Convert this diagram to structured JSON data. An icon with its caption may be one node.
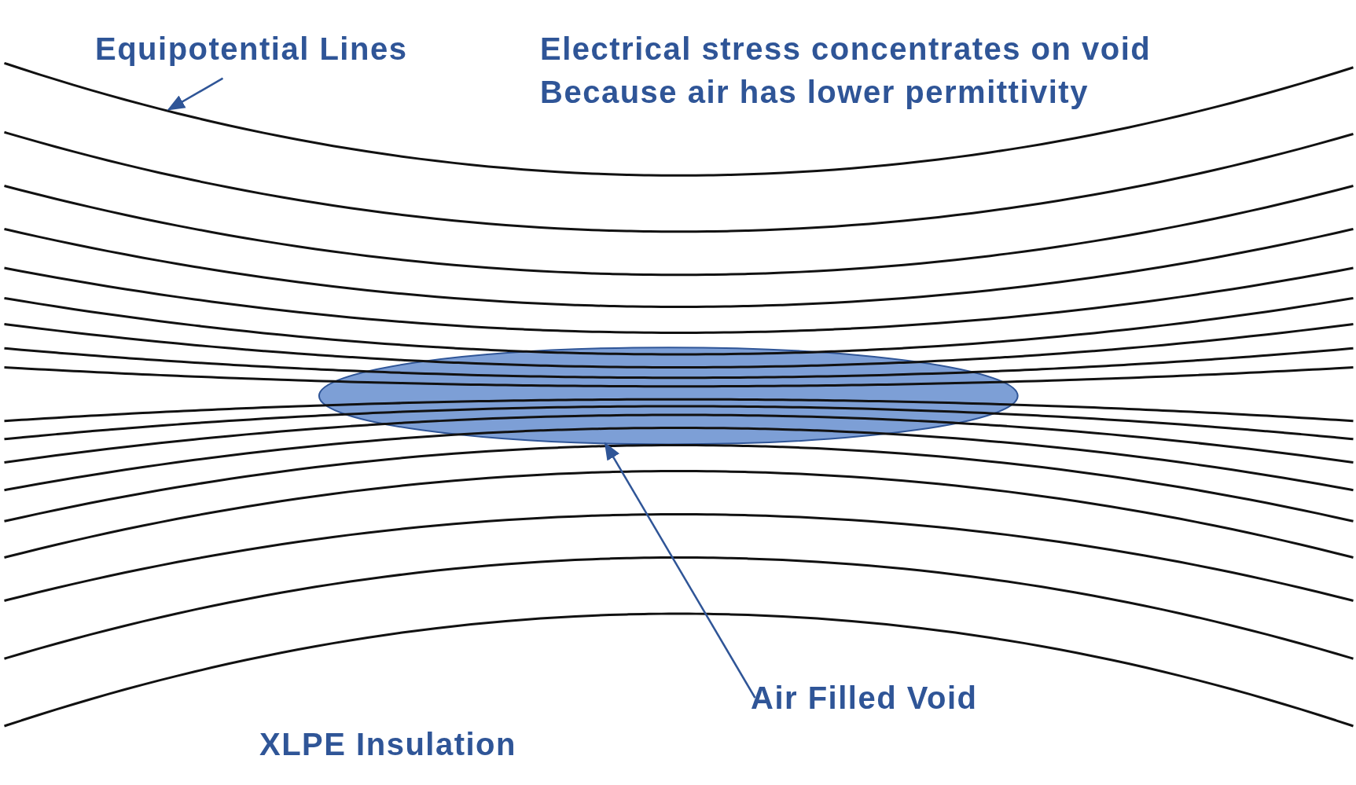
{
  "diagram": {
    "nodes": [
      {
        "text": [
          "Equipotential Lines"
        ]
      },
      {
        "text": [
          "Air Filled Void"
        ]
      },
      {
        "text": [],
        "shape": "ellipse"
      }
    ],
    "edges": [
      {
        "from": 0,
        "to": null,
        "arrow": "to"
      },
      {
        "from": 1,
        "to": 2,
        "arrow": "to"
      }
    ],
    "labels": [
      "Electrical stress concentrates on void",
      "Because air has lower permittivity",
      "XLPE Insulation"
    ]
  }
}
